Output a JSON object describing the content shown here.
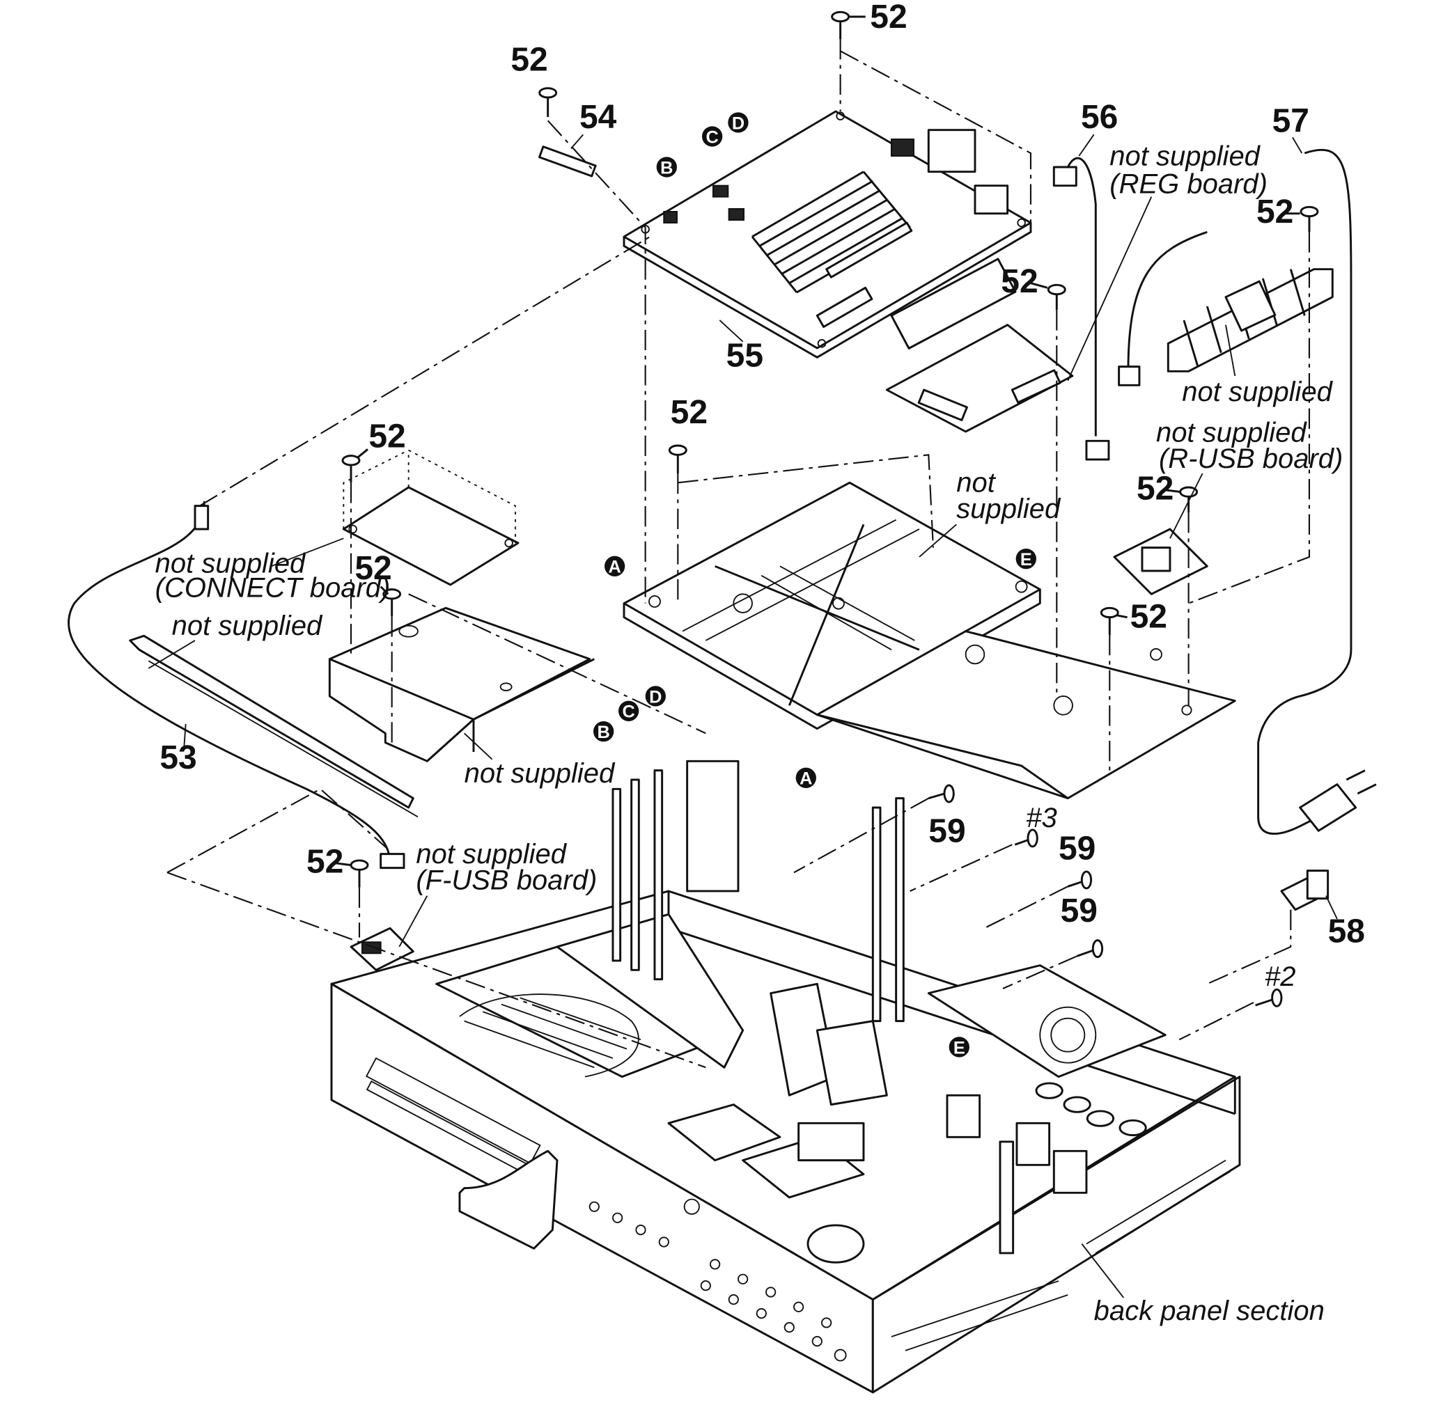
{
  "part_numbers": {
    "p52": "52",
    "p53": "53",
    "p54": "54",
    "p55": "55",
    "p56": "56",
    "p57": "57",
    "p58": "58",
    "p59": "59"
  },
  "screw_codes": {
    "s3": "#3",
    "s2": "#2"
  },
  "ref_letters": {
    "a": "A",
    "b": "B",
    "c": "C",
    "d": "D",
    "e": "E"
  },
  "notes": {
    "not_supplied": "not supplied",
    "reg_board": "(REG board)",
    "r_usb_board": "(R-USB board)",
    "connect_board": "(CONNECT board)",
    "f_usb_board": "(F-USB board)",
    "supplied": "supplied",
    "not_word": "not",
    "back_panel": "back panel section"
  }
}
